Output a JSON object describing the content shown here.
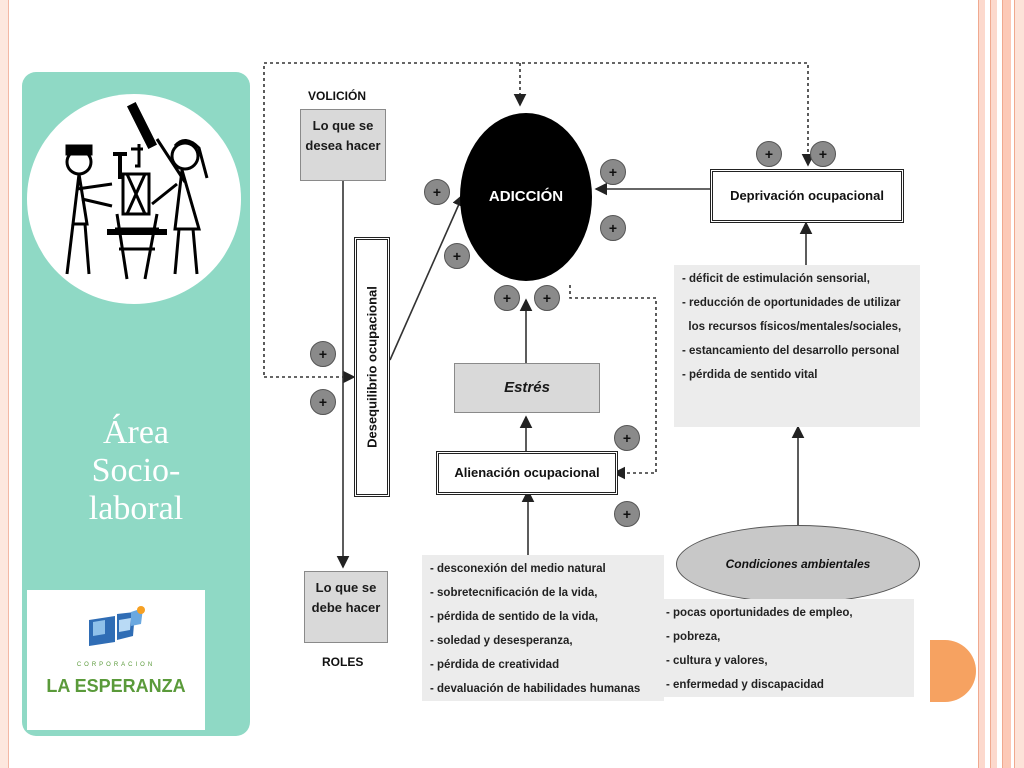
{
  "side_panel": {
    "title_lines": [
      "Área",
      "Socio-",
      "laboral"
    ],
    "logo": {
      "subtitle": "CORPORACION",
      "name": "LA ESPERANZA"
    }
  },
  "diagram": {
    "volicion_label": "VOLICIÓN",
    "volicion_box": "Lo que se desea hacer",
    "roles_box": "Lo que se debe hacer",
    "roles_label": "ROLES",
    "desequilibrio": "Desequilibrio ocupacional",
    "adiccion": "ADICCIÓN",
    "estres": "Estrés",
    "alienacion": "Alienación ocupacional",
    "deprivacion": "Deprivación ocupacional",
    "condiciones": "Condiciones ambientales",
    "plus_symbol": "+",
    "deprivacion_list": [
      "déficit de estimulación sensorial,",
      "reducción de oportunidades de utilizar",
      "los recursos físicos/mentales/sociales,",
      "estancamiento del desarrollo personal",
      "pérdida de sentido vital"
    ],
    "alienacion_list": [
      "desconexión del medio natural",
      "sobretecnificación de la vida,",
      "pérdida de sentido de la vida,",
      "soledad y desesperanza,",
      "pérdida de creatividad",
      "devaluación de habilidades humanas"
    ],
    "condiciones_list": [
      "pocas oportunidades de empleo,",
      "pobreza,",
      "cultura y valores,",
      "enfermedad y discapacidad"
    ]
  },
  "colors": {
    "panel": "#8fd9c5",
    "accent_orange": "#f6a261",
    "frame": "#f3b7a4",
    "logo_green": "#5a9a3a",
    "logo_blue": "#2f6db5"
  },
  "icons": {
    "illustration": "workers-building-icon",
    "logo": "la-esperanza-logo"
  }
}
